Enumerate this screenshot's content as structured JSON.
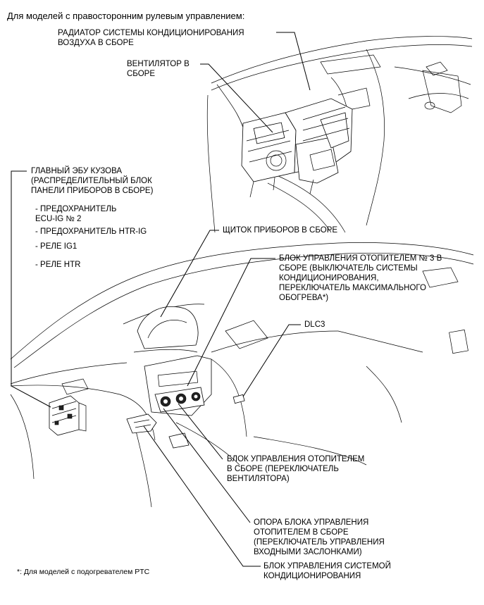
{
  "heading": "Для моделей с правосторонним рулевым управлением:",
  "footnote": "*: Для моделей с подогревателем PTC",
  "labels": {
    "radiator_l1": "РАДИАТОР СИСТЕМЫ КОНДИЦИОНИРОВАНИЯ",
    "radiator_l2": "ВОЗДУХА В СБОРЕ",
    "fan_l1": "ВЕНТИЛЯТОР В",
    "fan_l2": "СБОРЕ",
    "ecu_l1": "ГЛАВНЫЙ ЭБУ КУЗОВА",
    "ecu_l2": "(РАСПРЕДЕЛИТЕЛЬНЫЙ БЛОК",
    "ecu_l3": "ПАНЕЛИ ПРИБОРОВ В СБОРЕ)",
    "ecu_sub1_l1": "- ПРЕДОХРАНИТЕЛЬ",
    "ecu_sub1_l2": "ECU-IG № 2",
    "ecu_sub2": "- ПРЕДОХРАНИТЕЛЬ HTR-IG",
    "ecu_sub3": "- РЕЛЕ IG1",
    "ecu_sub4": "- РЕЛЕ HTR",
    "cluster": "ЩИТОК ПРИБОРОВ В СБОРЕ",
    "heater3_l1": "БЛОК УПРАВЛЕНИЯ ОТОПИТЕЛЕМ № 3 В",
    "heater3_l2": "СБОРЕ (ВЫКЛЮЧАТЕЛЬ СИСТЕМЫ",
    "heater3_l3": "КОНДИЦИОНИРОВАНИЯ,",
    "heater3_l4": "ПЕРЕКЛЮЧАТЕЛЬ МАКСИМАЛЬНОГО",
    "heater3_l5": "ОБОГРЕВА*)",
    "dlc3": "DLC3",
    "heater_l1": "БЛОК УПРАВЛЕНИЯ ОТОПИТЕЛЕМ",
    "heater_l2": "В СБОРЕ (ПЕРЕКЛЮЧАТЕЛЬ",
    "heater_l3": "ВЕНТИЛЯТОРА)",
    "bracket_l1": "ОПОРА БЛОКА УПРАВЛЕНИЯ",
    "bracket_l2": "ОТОПИТЕЛЕМ В СБОРЕ",
    "bracket_l3": "(ПЕРЕКЛЮЧАТЕЛЬ УПРАВЛЕНИЯ",
    "bracket_l4": "ВХОДНЫМИ ЗАСЛОНКАМИ)",
    "ac_l1": "БЛОК УПРАВЛЕНИЯ СИСТЕМОЙ",
    "ac_l2": "КОНДИЦИОНИРОВАНИЯ"
  }
}
